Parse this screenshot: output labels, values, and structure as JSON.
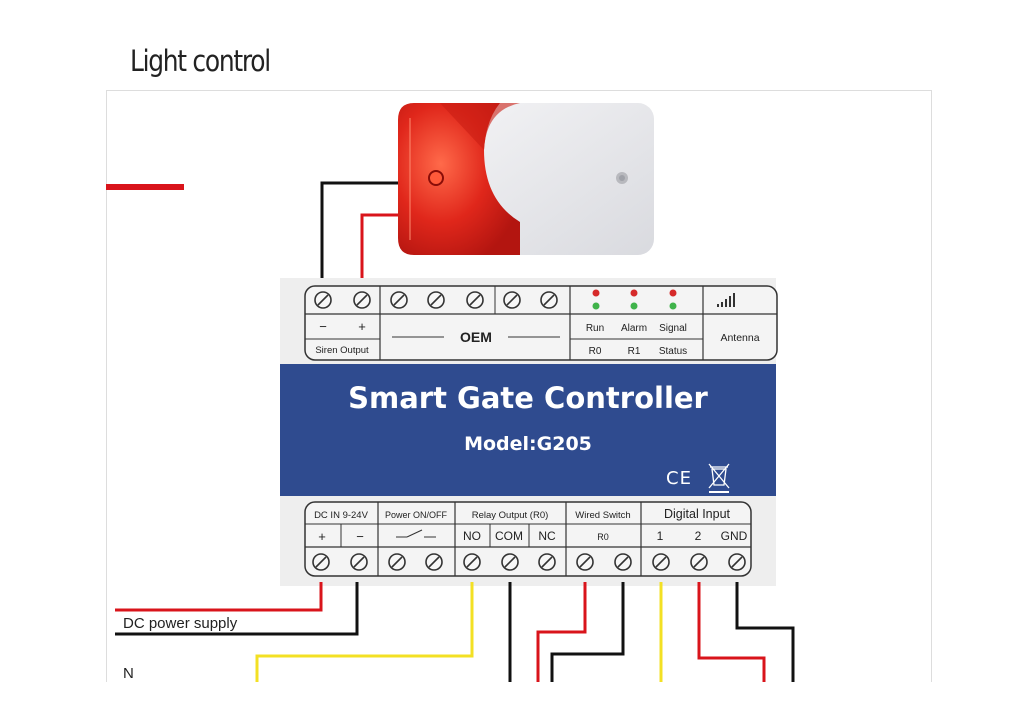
{
  "page": {
    "title": "Light control"
  },
  "device": {
    "name": "Smart Gate Controller",
    "model": "Model:G205",
    "ce_mark": "CE"
  },
  "top_terminals": {
    "siren_minus": "−",
    "siren_plus": "+",
    "siren_label": "Siren Output",
    "oem_label": "OEM",
    "led_run": "Run",
    "led_alarm": "Alarm",
    "led_signal": "Signal",
    "led_r0": "R0",
    "led_r1": "R1",
    "led_status": "Status",
    "antenna_label": "Antenna",
    "signal_icon": "signal-bars-icon"
  },
  "bottom_terminals": {
    "dc_in_label": "DC IN 9-24V",
    "dc_plus": "+",
    "dc_minus": "−",
    "power_label": "Power ON/OFF",
    "relay_label": "Relay Output (R0)",
    "relay_no": "NO",
    "relay_com": "COM",
    "relay_nc": "NC",
    "wired_label": "Wired Switch",
    "wired_r0": "R0",
    "digital_label": "Digital Input",
    "digital_1": "1",
    "digital_2": "2",
    "digital_gnd": "GND"
  },
  "wiring": {
    "dc_power_label": "DC power supply",
    "neutral_label": "N"
  },
  "colors": {
    "panel_blue": "#2f4b8f",
    "wire_red": "#d9141b",
    "wire_black": "#111111",
    "wire_yellow": "#f3e024",
    "siren_red": "#e0271b",
    "led_red": "#d62a2a",
    "led_green": "#3fb34a"
  }
}
